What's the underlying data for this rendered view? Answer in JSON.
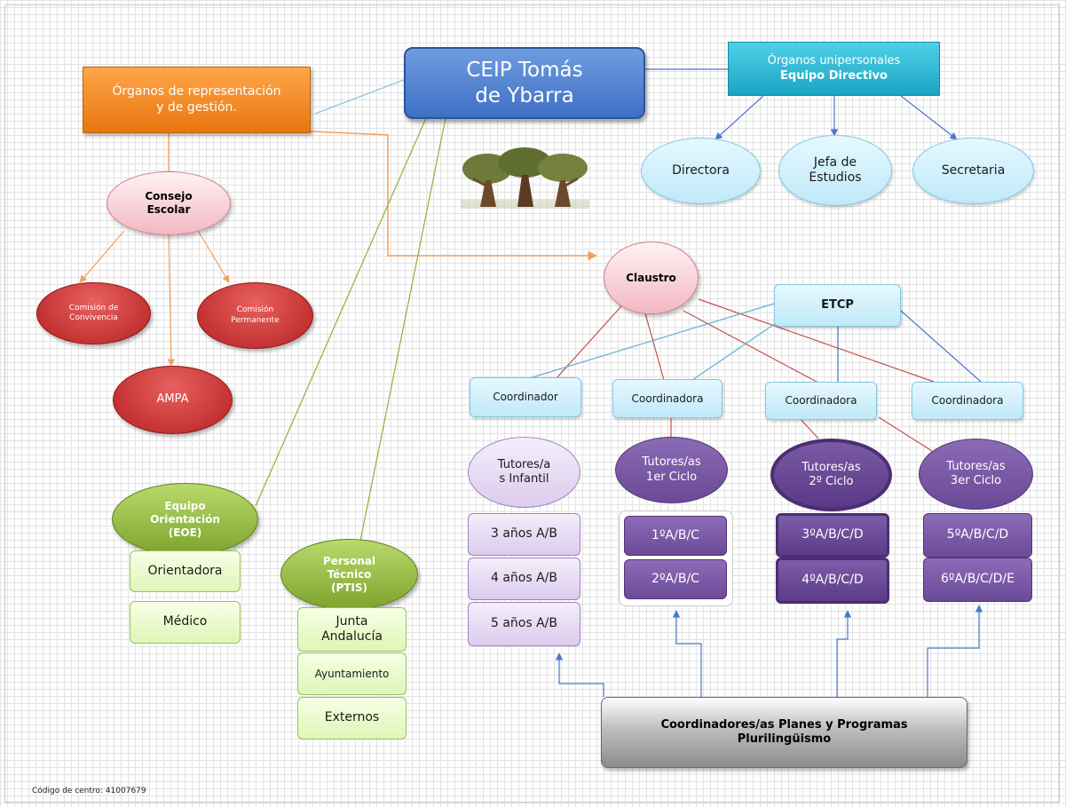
{
  "center": {
    "line1": "CEIP Tomás",
    "line2": "de Ybarra"
  },
  "representation": {
    "line1": "Órganos de representación",
    "line2": "y de gestión."
  },
  "unipersonal": {
    "line1": "Órganos unipersonales",
    "line2": "Equipo Directivo"
  },
  "directivo": {
    "directora": "Directora",
    "jefa_line1": "Jefa de",
    "jefa_line2": "Estudios",
    "secretaria": "Secretaria"
  },
  "consejo": {
    "line1": "Consejo",
    "line2": "Escolar"
  },
  "comisiones": {
    "convivencia_line1": "Comisión de",
    "convivencia_line2": "Convivencia",
    "permanente_line1": "Comisión",
    "permanente_line2": "Permanente"
  },
  "ampa": "AMPA",
  "claustro": "Claustro",
  "etcp": "ETCP",
  "coordinators": [
    "Coordinador",
    "Coordinadora",
    "Coordinadora",
    "Coordinadora"
  ],
  "tutores": [
    {
      "line1": "Tutores/a",
      "line2": "s Infantil"
    },
    {
      "line1": "Tutores/as",
      "line2": "1er Ciclo"
    },
    {
      "line1": "Tutores/as",
      "line2": "2º Ciclo"
    },
    {
      "line1": "Tutores/as",
      "line2": "3er Ciclo"
    }
  ],
  "groups": {
    "infantil": [
      "3 años A/B",
      "4 años A/B",
      "5 años A/B"
    ],
    "ciclo1": [
      "1ºA/B/C",
      "2ºA/B/C"
    ],
    "ciclo2": [
      "3ºA/B/C/D",
      "4ºA/B/C/D"
    ],
    "ciclo3": [
      "5ºA/B/C/D",
      "6ºA/B/C/D/E"
    ]
  },
  "eoe": {
    "line1": "Equipo",
    "line2": "Orientación",
    "line3": "(EOE)",
    "items": [
      "Orientadora",
      "Médico"
    ]
  },
  "ptis": {
    "line1": "Personal",
    "line2": "Técnico",
    "line3": "(PTIS)",
    "items": [
      "Junta Andalucía",
      "Ayuntamiento",
      "Externos"
    ]
  },
  "planes": {
    "line1": "Coordinadores/as Planes y Programas",
    "line2": "Plurilingüismo"
  },
  "footer": "Código de centro: 41007679",
  "colors": {
    "orange": "#f08a24",
    "blue": "#4a78c8",
    "teal": "#2bb4d4",
    "green": "#8bb33a",
    "purple": "#6a4a96",
    "red": "#c0392b"
  }
}
